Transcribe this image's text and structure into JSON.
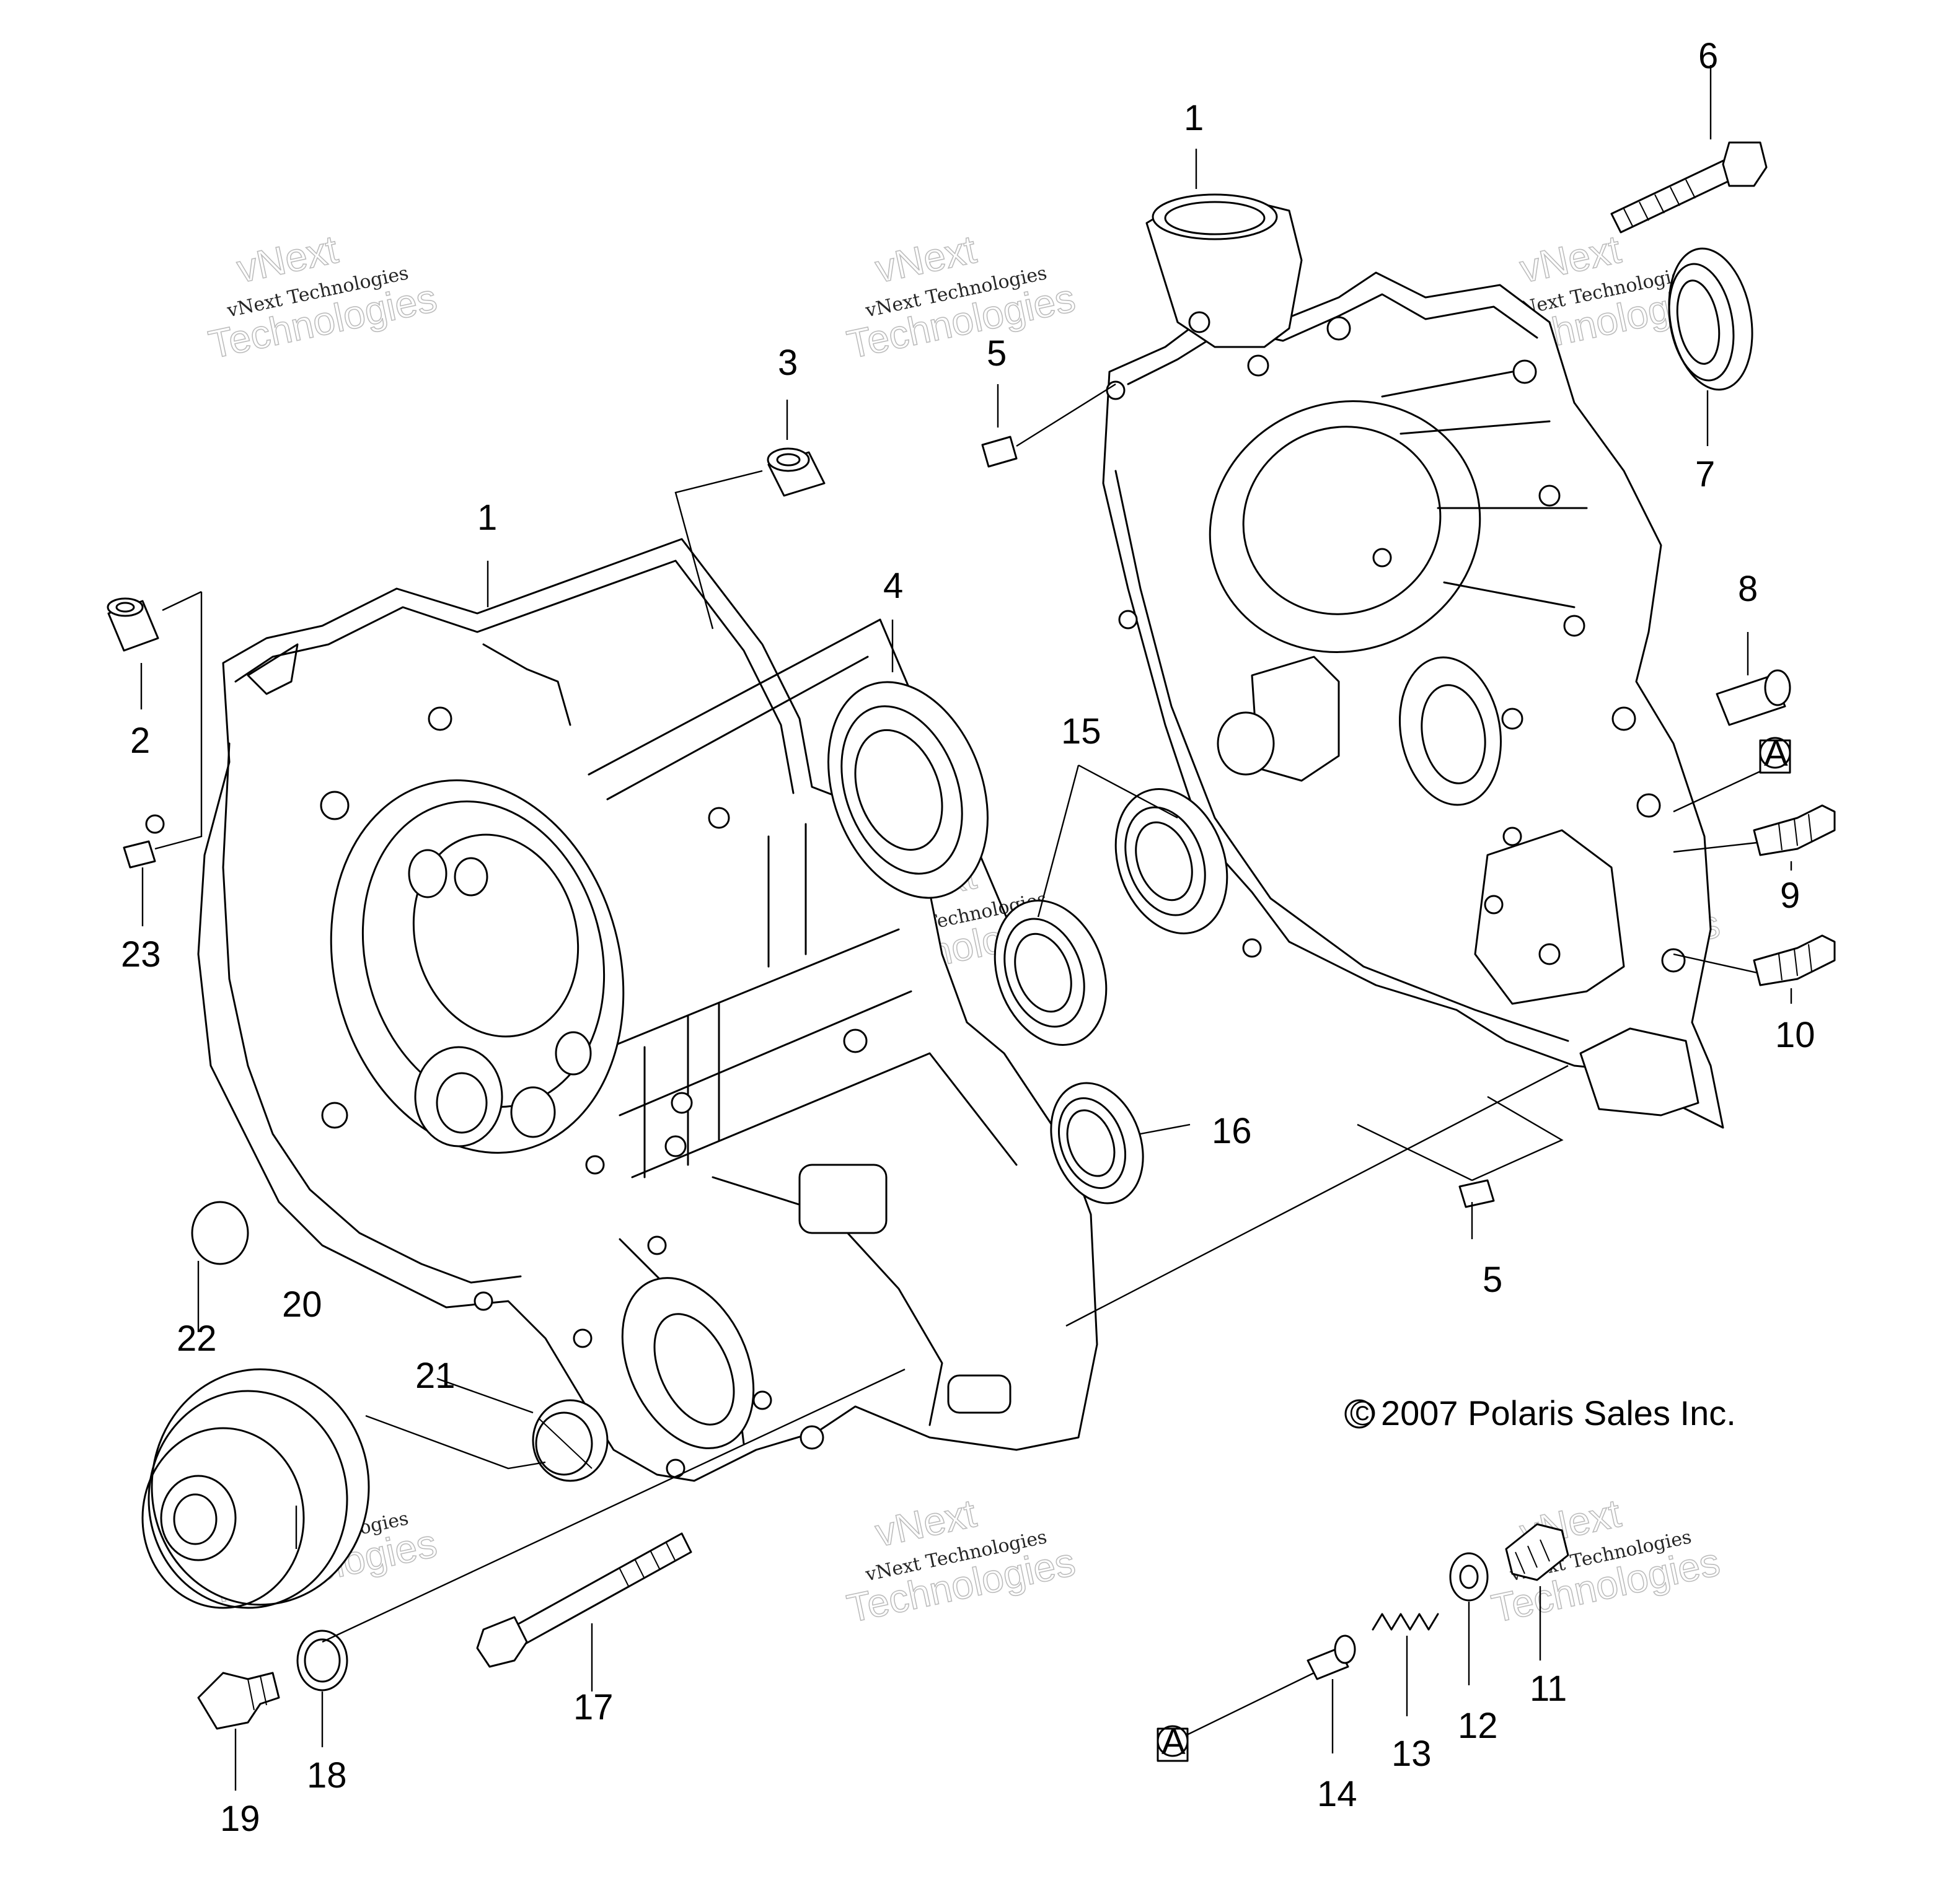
{
  "diagram": {
    "copyright": "2007 Polaris Sales Inc.",
    "copyright_symbol": "©",
    "callouts": [
      "1",
      "1",
      "2",
      "3",
      "4",
      "5",
      "5",
      "6",
      "7",
      "8",
      "9",
      "10",
      "11",
      "12",
      "13",
      "14",
      "15",
      "16",
      "17",
      "18",
      "19",
      "20",
      "21",
      "22",
      "23"
    ],
    "reference_mark": "A",
    "watermark": {
      "brand": "vNext",
      "small": "vNext Technologies",
      "large": "Technologies"
    }
  },
  "colors": {
    "line": "#000000",
    "background": "#ffffff",
    "watermark": "#999999"
  }
}
